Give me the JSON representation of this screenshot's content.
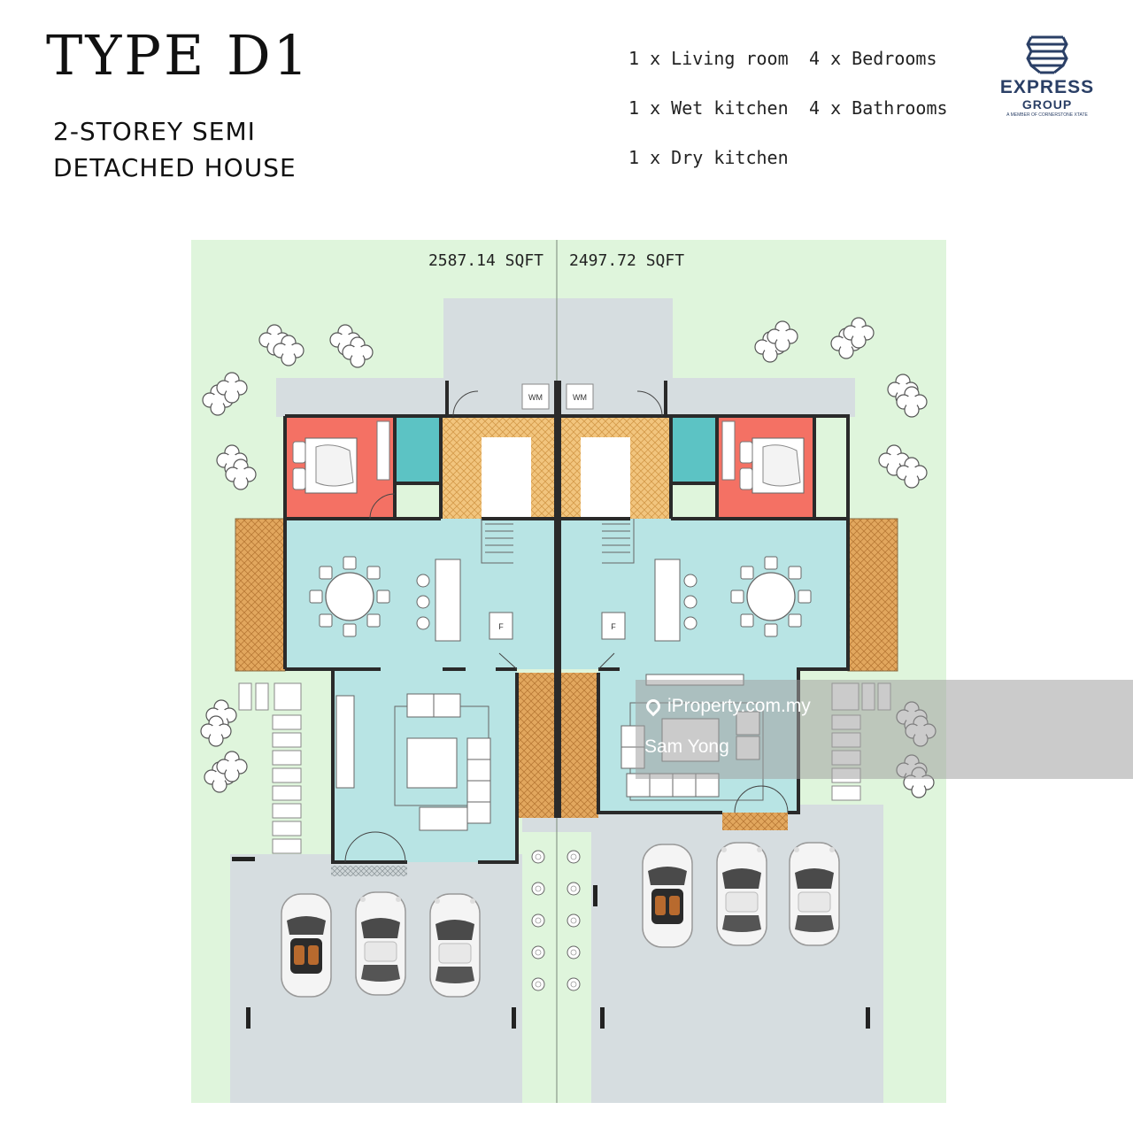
{
  "header": {
    "title": "TYPE D1",
    "subtitle_line1": "2-STOREY SEMI",
    "subtitle_line2": "DETACHED HOUSE"
  },
  "specs": [
    {
      "label": "1 x Living room"
    },
    {
      "label": "4 x Bedrooms"
    },
    {
      "label": "1 x Wet kitchen"
    },
    {
      "label": "4 x Bathrooms"
    },
    {
      "label": "1 x Dry kitchen"
    }
  ],
  "logo": {
    "name": "EXPRESS",
    "sub": "GROUP",
    "member": "A MEMBER OF CORNERSTONE XTATE"
  },
  "plan": {
    "left_unit_area": "2587.14 SQFT",
    "right_unit_area": "2497.72 SQFT",
    "wm_label": "WM",
    "fridge_label": "F"
  },
  "watermark": {
    "site": "iProperty.com.my",
    "agent": "Sam Yong"
  },
  "colors": {
    "lawn": "#dff5dc",
    "paving": "#d6dde0",
    "living": "#b8e4e4",
    "bedroom": "#f47164",
    "bathroom": "#5cc3c4",
    "kitchen_tile": "#f2c57e",
    "wall": "#2a2a2a",
    "logo": "#2a3f66"
  }
}
